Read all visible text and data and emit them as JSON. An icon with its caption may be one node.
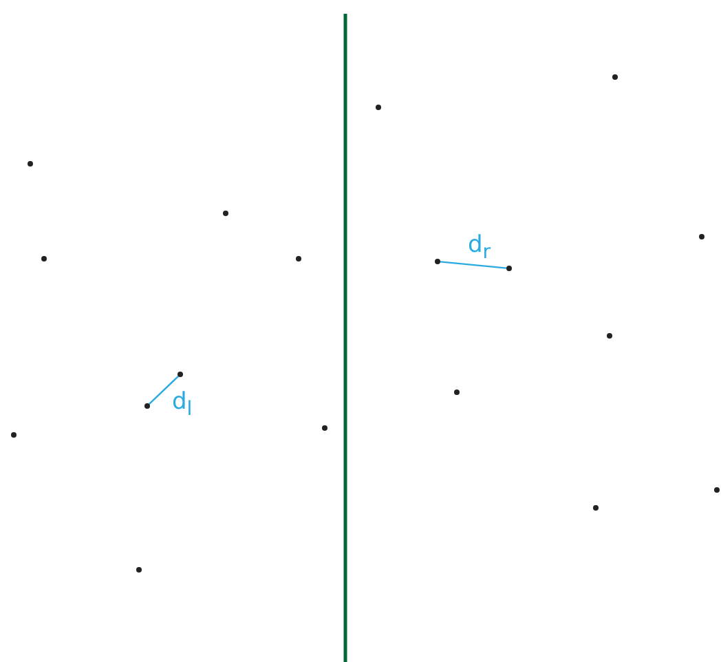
{
  "diagram": {
    "nodes": [
      {
        "text": [],
        "shape": "circle"
      },
      {
        "text": [],
        "shape": "circle"
      },
      {
        "text": [],
        "shape": "circle"
      },
      {
        "text": [],
        "shape": "circle"
      },
      {
        "text": [],
        "shape": "circle"
      },
      {
        "text": [],
        "shape": "circle"
      },
      {
        "text": [],
        "shape": "circle"
      },
      {
        "text": [],
        "shape": "circle"
      },
      {
        "text": [],
        "shape": "circle"
      },
      {
        "text": [],
        "shape": "circle"
      },
      {
        "text": [],
        "shape": "circle"
      },
      {
        "text": [],
        "shape": "circle"
      },
      {
        "text": [],
        "shape": "circle"
      },
      {
        "text": [],
        "shape": "circle"
      },
      {
        "text": [],
        "shape": "circle"
      },
      {
        "text": [],
        "shape": "circle"
      },
      {
        "text": [],
        "shape": "circle"
      },
      {
        "text": [],
        "shape": "circle"
      }
    ],
    "edges": [
      {
        "from": 4,
        "to": 5,
        "arrow": "none",
        "label": "d$_{l}$"
      },
      {
        "from": 10,
        "to": 12,
        "arrow": "none",
        "label": "d$_{r}$"
      }
    ]
  }
}
